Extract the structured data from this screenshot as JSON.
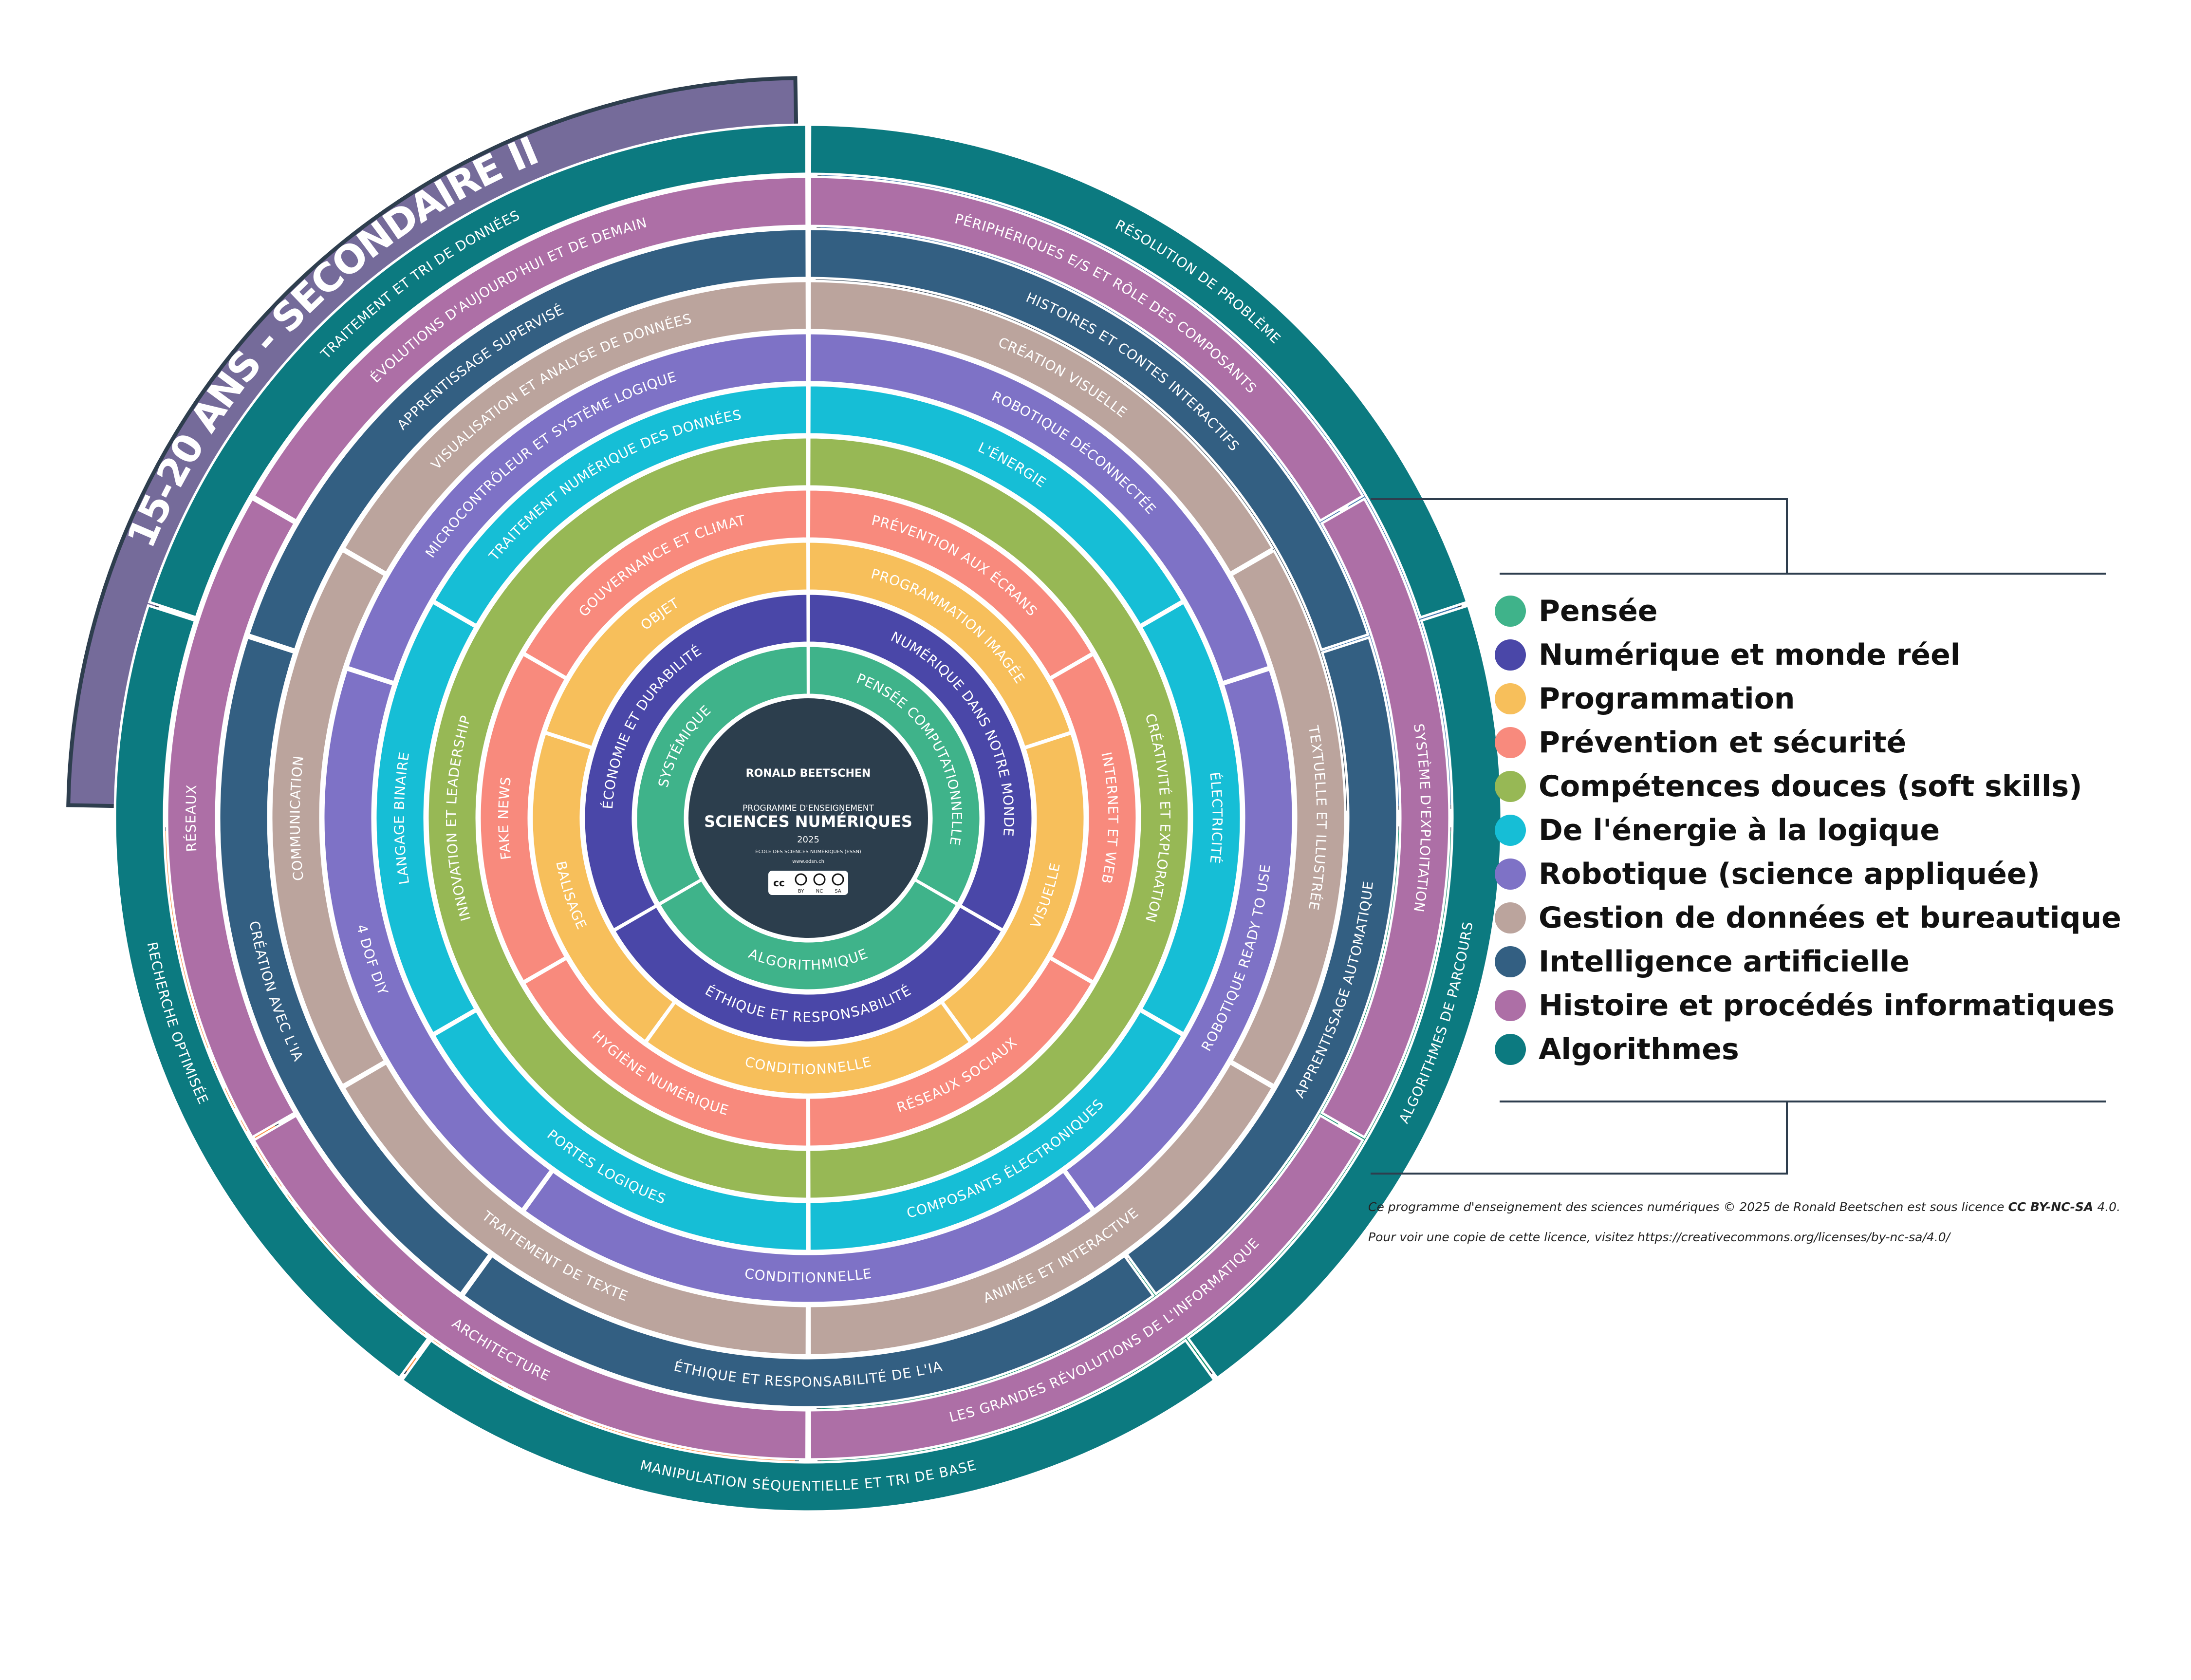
{
  "quadrants": [
    {
      "title": "4-8 ANS - PRIMAIRE - PREMIER CYCLE",
      "color": "#3f74ab"
    },
    {
      "title": "8-12 ANS - PRIMAIRE - DEUXIÈME CYCLE",
      "color": "#0e8c6b"
    },
    {
      "title": "12-15 ANS - SECONDAIRE I",
      "color": "#fa8c3d"
    },
    {
      "title": "15-20 ANS - SECONDAIRE II",
      "color": "#756b9a"
    }
  ],
  "rings": [
    {
      "category": "Pensée",
      "color": "#3fb38a",
      "labels": [
        "PENSÉE COMPUTATIONNELLE",
        "ALGORITHMIQUE",
        "SYSTÉMIQUE"
      ]
    },
    {
      "category": "Numérique et monde réel",
      "color": "#4a47a8",
      "labels": [
        "NUMÉRIQUE DANS NOTRE MONDE",
        "ÉTHIQUE ET RESPONSABILITÉ",
        "ÉCONOMIE ET DURABILITÉ"
      ]
    },
    {
      "category": "Programmation",
      "color": "#f7bf5b",
      "labels": [
        "PROGRAMMATION IMAGÉE",
        "VISUELLE",
        "CONDITIONNELLE",
        "BALISAGE",
        "OBJET"
      ]
    },
    {
      "category": "Prévention et sécurité",
      "color": "#f88a7d",
      "labels": [
        "PRÉVENTION AUX ÉCRANS",
        "INTERNET ET WEB",
        "RÉSEAUX SOCIAUX",
        "HYGIÈNE NUMÉRIQUE",
        "FAKE NEWS",
        "GOUVERNANCE ET CLIMAT"
      ]
    },
    {
      "category": "Compétences douces  (soft skills)",
      "color": "#97b855",
      "labels": [
        "CRÉATIVITÉ ET EXPLORATION",
        "INNOVATION ET LEADERSHIP"
      ]
    },
    {
      "category": "De l'énergie à la logique",
      "color": "#16bed6",
      "labels": [
        "L'ÉNERGIE",
        "ÉLECTRICITÉ",
        "COMPOSANTS ÉLECTRONIQUES",
        "PORTES LOGIQUES",
        "LANGAGE BINAIRE",
        "TRAITEMENT NUMÉRIQUE DES DONNÉES"
      ]
    },
    {
      "category": "Robotique (science appliquée)",
      "color": "#7e72c6",
      "labels": [
        "ROBOTIQUE DÉCONNECTÉE",
        "ROBOTIQUE READY TO USE",
        "CONDITIONNELLE",
        "4 DOF DIY",
        "MICROCONTRÔLEUR ET SYSTÈME LOGIQUE"
      ]
    },
    {
      "category": "Gestion de données et bureautique",
      "color": "#bba49d",
      "labels": [
        "CRÉATION VISUELLE",
        "TEXTUELLE ET ILLUSTRÉE",
        "ANIMÉE ET INTERACTIVE",
        "TRAITEMENT DE TEXTE",
        "COMMUNICATION",
        "VISUALISATION ET ANALYSE DE DONNÉES"
      ]
    },
    {
      "category": "Intelligence artificielle",
      "color": "#335f82",
      "labels": [
        "HISTOIRES ET CONTES INTERACTIFS",
        "APPRENTISSAGE AUTOMATIQUE",
        "ÉTHIQUE ET RESPONSABILITÉ DE L'IA",
        "CRÉATION AVEC L'IA",
        "APPRENTISSAGE SUPERVISÉ"
      ]
    },
    {
      "category": "Histoire et procédés informatiques",
      "color": "#ad6fa6",
      "labels": [
        "PÉRIPHÉRIQUES E/S ET RÔLE DES COMPOSANTS",
        "SYSTÈME D'EXPLOITATION",
        "LES GRANDES RÉVOLUTIONS DE L'INFORMATIQUE",
        "ARCHITECTURE",
        "RÉSEAUX",
        "ÉVOLUTIONS D'AUJOURD'HUI ET DE DEMAIN"
      ]
    },
    {
      "category": "Algorithmes",
      "color": "#0c7a80",
      "labels": [
        "RÉSOLUTION DE PROBLÈME",
        "ALGORITHMES DE PARCOURS",
        "MANIPULATION SÉQUENTIELLE ET TRI DE BASE",
        "RECHERCHE OPTIMISÉE",
        "TRAITEMENT ET TRI DE DONNÉES"
      ]
    }
  ],
  "center": {
    "author": "RONALD BEETSCHEN",
    "line1": "PROGRAMME D'ENSEIGNEMENT",
    "line2": "SCIENCES NUMÉRIQUES",
    "year": "2025",
    "school": "ÉCOLE DES SCIENCES NUMÉRIQUES (ESSN)",
    "url": "www.edsn.ch",
    "cc_badge": "cc",
    "cc_terms": [
      "BY",
      "NC",
      "SA"
    ],
    "color": "#2c3e4d"
  },
  "legend": [
    {
      "label": "Pensée",
      "color": "#3fb38a"
    },
    {
      "label": "Numérique et monde réel",
      "color": "#4a47a8"
    },
    {
      "label": "Programmation",
      "color": "#f7bf5b"
    },
    {
      "label": "Prévention et sécurité",
      "color": "#f88a7d"
    },
    {
      "label": "Compétences douces  (soft skills)",
      "color": "#97b855"
    },
    {
      "label": "De l'énergie à la logique",
      "color": "#16bed6"
    },
    {
      "label": "Robotique (science appliquée)",
      "color": "#7e72c6"
    },
    {
      "label": "Gestion de données et bureautique",
      "color": "#bba49d"
    },
    {
      "label": "Intelligence artificielle",
      "color": "#335f82"
    },
    {
      "label": "Histoire et procédés informatiques",
      "color": "#ad6fa6"
    },
    {
      "label": "Algorithmes",
      "color": "#0c7a80"
    }
  ],
  "license": {
    "line1_prefix": "Ce programme d'enseignement des sciences numériques © 2025 de Ronald Beetschen est sous licence ",
    "line1_bold": "CC BY-NC-SA",
    "line1_suffix": " 4.0.",
    "line2": "Pour voir une copie de cette licence, visitez https://creativecommons.org/licenses/by-nc-sa/4.0/"
  }
}
